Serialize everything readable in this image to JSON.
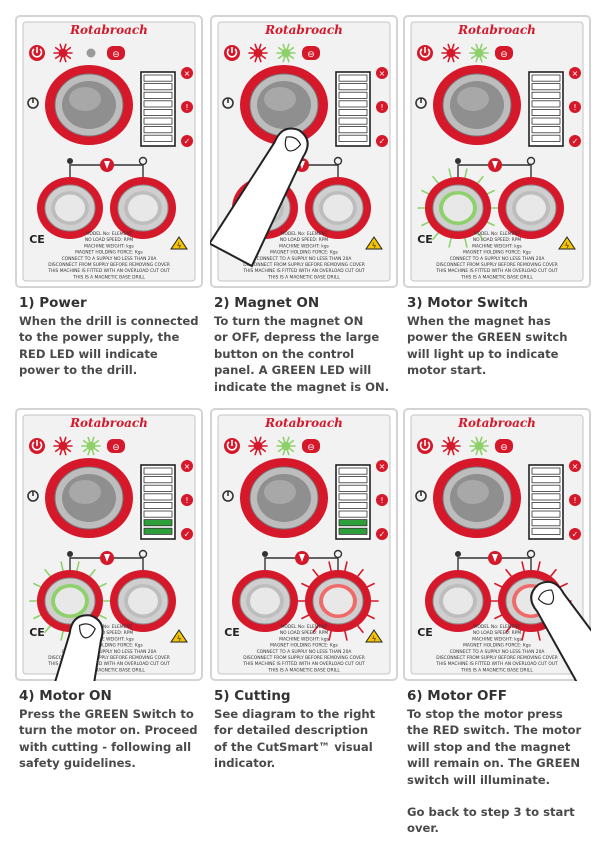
{
  "brand": "Rotabroach",
  "colors": {
    "red": "#d5182a",
    "green": "#2e9e3a",
    "lightgreen": "#8ed16b",
    "grey": "#9a9a9a",
    "panel": "#f2f2f2",
    "frame": "#d4d4d4"
  },
  "plate": {
    "line1": "MODEL No: ELEMENT",
    "line2": "NO LOAD SPEED:      RPM",
    "line3": "MACHINE WEIGHT:      kgs",
    "line4": "MAGNET HOLDING FORCE:      Kgs",
    "line5": "CONNECT TO A SUPPLY NO LESS THAN 20A",
    "line6": "DISCONNECT FROM SUPPLY BEFORE REMOVING COVER",
    "line7": "THIS MACHINE IS FITTED WITH AN OVERLOAD CUT OUT",
    "line8": "THIS IS A MAGNETIC BASE DRILL",
    "ce": "CE"
  },
  "steps": [
    {
      "title": "1) Power",
      "text": "When the drill is connected\nto the power supply, the\nRED LED will indicate\npower to the drill.",
      "magnet_led": "off",
      "green_ring": "none",
      "red_ring": "none",
      "bars": 0,
      "finger": "none"
    },
    {
      "title": "2) Magnet ON",
      "text": "To turn the magnet ON\nor OFF, depress the large\nbutton on the control\npanel. A GREEN LED will\nindicate the magnet is ON.",
      "magnet_led": "on",
      "green_ring": "none",
      "red_ring": "none",
      "bars": 0,
      "finger": "magnet"
    },
    {
      "title": "3) Motor Switch",
      "text": "When the magnet has\npower the GREEN switch\nwill light up to indicate\nmotor start.",
      "magnet_led": "on",
      "green_ring": "lit",
      "red_ring": "none",
      "bars": 0,
      "finger": "none"
    },
    {
      "title": "4) Motor ON",
      "text": "Press the GREEN Switch to\nturn the motor on. Proceed\nwith cutting - following all\nsafety guidelines.",
      "magnet_led": "on",
      "green_ring": "lit",
      "red_ring": "none",
      "bars": 2,
      "finger": "green"
    },
    {
      "title": "5) Cutting",
      "text": "See diagram to the right\nfor detailed description\nof the CutSmart™ visual\nindicator.",
      "magnet_led": "on",
      "green_ring": "none",
      "red_ring": "lit",
      "bars": 2,
      "finger": "none"
    },
    {
      "title": "6) Motor OFF",
      "text": "To stop the motor press\nthe RED switch. The motor\nwill stop and the magnet\nwill remain on. The GREEN\nswitch will illuminate.",
      "extra": "Go back to step 3 to start\nover.",
      "magnet_led": "on",
      "green_ring": "none",
      "red_ring": "lit",
      "bars": 0,
      "finger": "red"
    }
  ]
}
